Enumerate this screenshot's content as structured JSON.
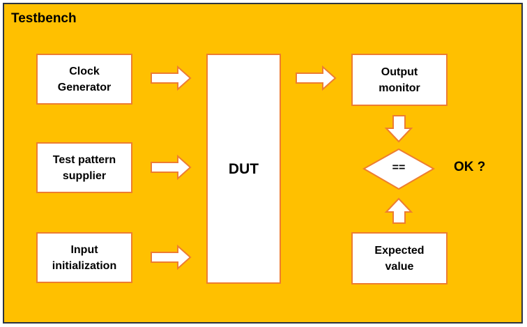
{
  "frame": {
    "title": "Testbench"
  },
  "blocks": {
    "clock_generator": {
      "line1": "Clock",
      "line2": "Generator"
    },
    "test_pattern_supplier": {
      "line1": "Test pattern",
      "line2": "supplier"
    },
    "input_initialization": {
      "line1": "Input",
      "line2": "initialization"
    },
    "dut": {
      "label": "DUT"
    },
    "output_monitor": {
      "line1": "Output",
      "line2": "monitor"
    },
    "expected_value": {
      "line1": "Expected",
      "line2": "value"
    }
  },
  "comparator": {
    "label": "=="
  },
  "result": {
    "label": "OK ?"
  },
  "colors": {
    "background": "#FFC000",
    "border_accent": "#ED7D31",
    "frame_border": "#2b3340",
    "box_fill": "#FFFFFF"
  }
}
